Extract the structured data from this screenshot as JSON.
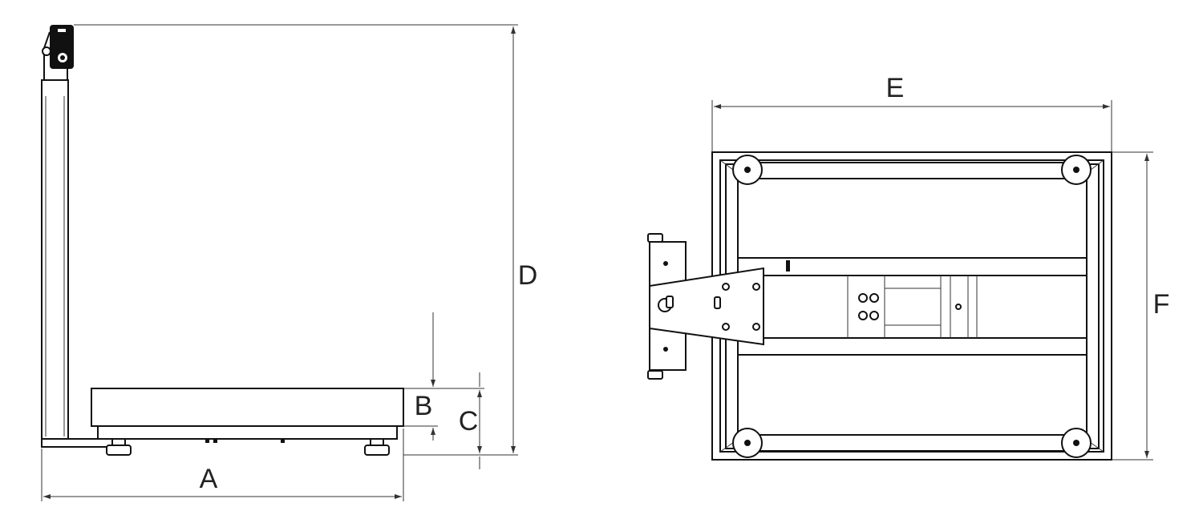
{
  "diagram": {
    "side_view": {
      "dimensions": {
        "A": "A",
        "B": "B",
        "C": "C",
        "D": "D"
      }
    },
    "top_view": {
      "dimensions": {
        "E": "E",
        "F": "F"
      }
    },
    "line_color": "#111111"
  }
}
